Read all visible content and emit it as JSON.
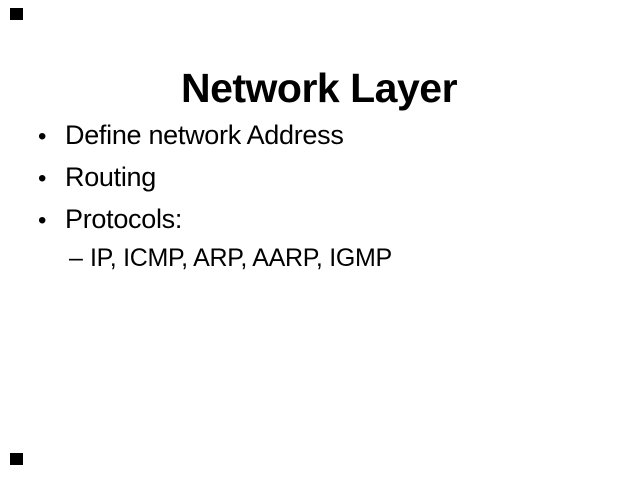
{
  "slide": {
    "title": "Network Layer",
    "bullets": [
      {
        "level": 1,
        "marker": "•",
        "text": "Define network Address"
      },
      {
        "level": 1,
        "marker": "•",
        "text": "Routing"
      },
      {
        "level": 1,
        "marker": "•",
        "text": "Protocols:"
      },
      {
        "level": 2,
        "marker": "–",
        "text": "IP, ICMP, ARP, AARP, IGMP"
      }
    ],
    "colors": {
      "background": "#ffffff",
      "text": "#000000",
      "corner_mark": "#000000"
    }
  }
}
